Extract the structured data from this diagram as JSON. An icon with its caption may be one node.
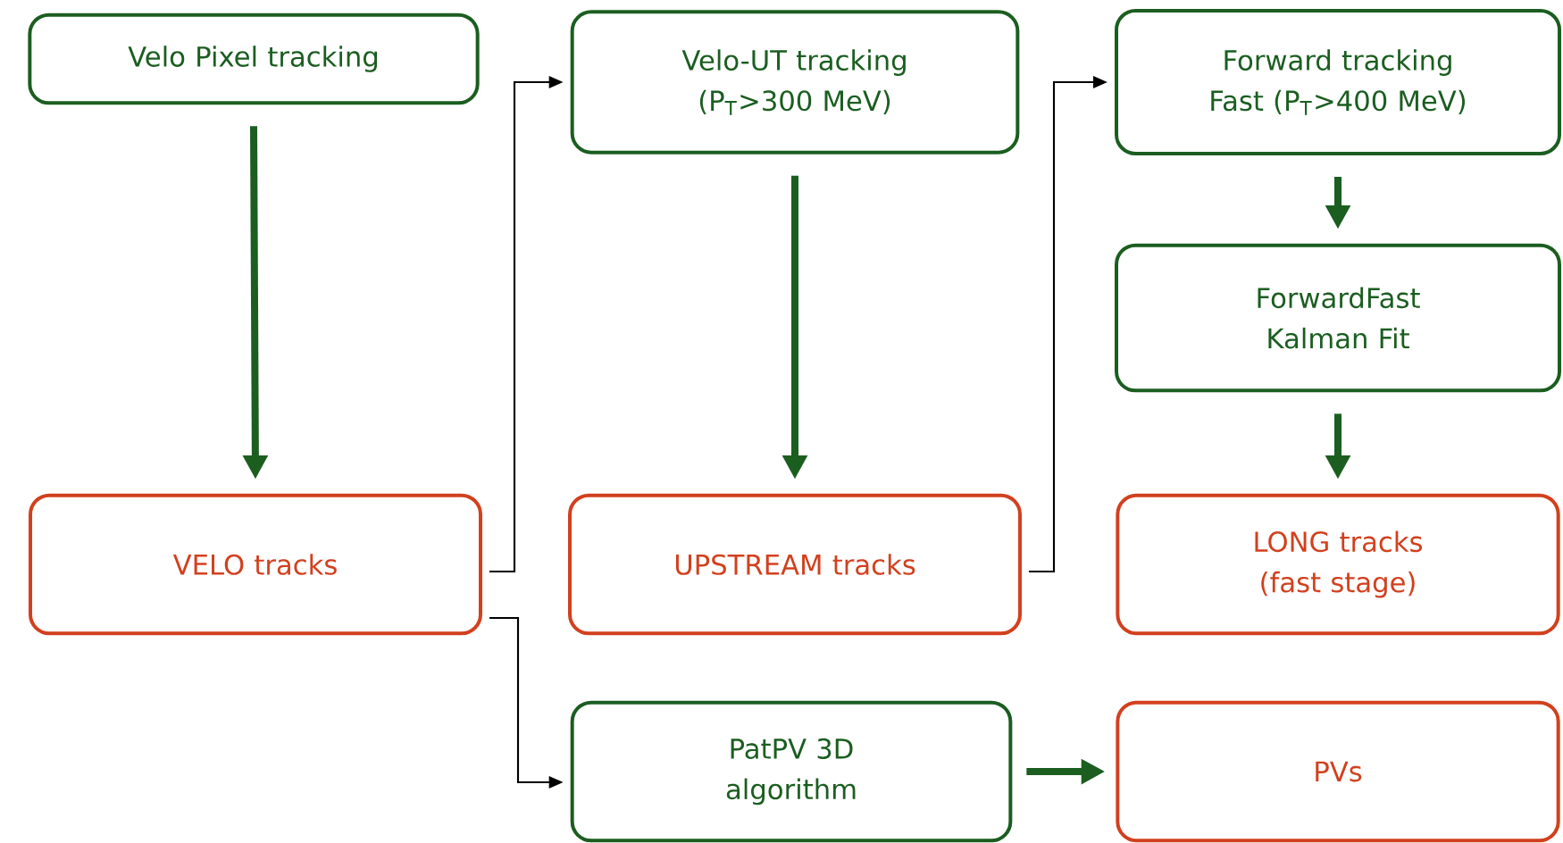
{
  "diagram": {
    "nodes": [
      {
        "text": [
          "Velo Pixel tracking"
        ]
      },
      {
        "text": [
          "Velo-UT tracking (P$_{T}$>300 MeV)"
        ]
      },
      {
        "text": [
          "Forward tracking Fast (P$_{T}$>400 MeV)"
        ]
      },
      {
        "text": [
          "ForwardFast Kalman Fit"
        ]
      },
      {
        "text": [
          "VELO tracks"
        ]
      },
      {
        "text": [
          "UPSTREAM tracks"
        ]
      },
      {
        "text": [
          "LONG tracks (fast stage)"
        ]
      },
      {
        "text": [
          "PatPV 3D algorithm"
        ]
      },
      {
        "text": [
          "PVs"
        ]
      }
    ],
    "edges": [
      {
        "from": 0,
        "to": 4,
        "arrow": "to"
      },
      {
        "from": 4,
        "to": 1,
        "arrow": "to",
        "color": "#000000"
      },
      {
        "from": 1,
        "to": 5,
        "arrow": "to"
      },
      {
        "from": 5,
        "to": 2,
        "arrow": "to",
        "color": "#000000"
      },
      {
        "from": 2,
        "to": 3,
        "arrow": "to"
      },
      {
        "from": 3,
        "to": 6,
        "arrow": "to"
      },
      {
        "from": 4,
        "to": 7,
        "arrow": "to",
        "color": "#000000"
      },
      {
        "from": 7,
        "to": 8,
        "arrow": "to"
      }
    ]
  }
}
